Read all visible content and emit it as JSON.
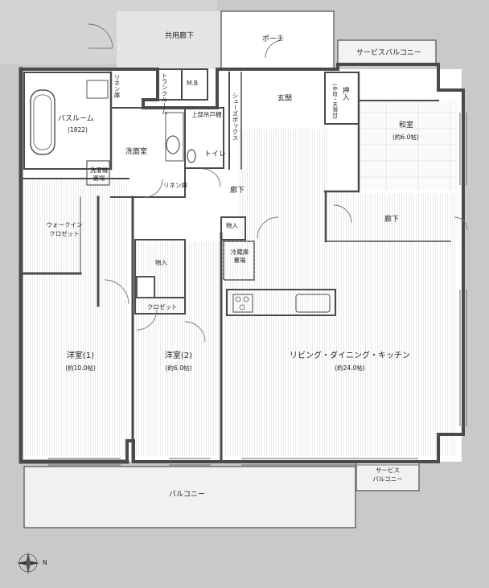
{
  "rooms": {
    "common_corridor": "共用廊下",
    "porch": "ポーチ",
    "service_balcony_top": "サービスバルコニー",
    "trunk_room": "トランクルーム",
    "mb": "M.B",
    "linen_top": "リネン庫",
    "bathroom": "バスルーム",
    "bathroom_size": "(1822)",
    "upper_cabinet": "上部吊戸棚",
    "shoe_box": "シューズボックス",
    "entrance": "玄関",
    "oshiire": "押入",
    "oshiire_note": "(中段・天袋付)",
    "washroom": "洗面室",
    "toilet": "トイレ",
    "washing_machine": "洗濯機",
    "washing_machine_2": "置場",
    "linen_bottom": "リネン庫",
    "washitsu": "和室",
    "washitsu_size": "(約6.0帖)",
    "corridor_center": "廊下",
    "corridor_right": "廊下",
    "walkin": "ウォークイン",
    "walkin_2": "クロゼット",
    "storage_1": "物入",
    "storage_2": "物入",
    "fridge": "冷蔵庫",
    "fridge_2": "置場",
    "closet": "クロゼット",
    "yoshitsu1": "洋室(1)",
    "yoshitsu1_size": "(約10.0帖)",
    "yoshitsu2": "洋室(2)",
    "yoshitsu2_size": "(約6.0帖)",
    "ldk": "リビング・ダイニング・キッチン",
    "ldk_size": "(約24.0帖)",
    "service_balcony_bottom": "サービス",
    "service_balcony_bottom_2": "バルコニー",
    "balcony": "バルコニー"
  },
  "compass": {
    "north": "N"
  },
  "colors": {
    "wall": "#4a4a4a",
    "floor": "#ffffff",
    "background": "#c9c9c9",
    "balcony": "#e7e7e7",
    "hatch": "#d8d8d8"
  }
}
